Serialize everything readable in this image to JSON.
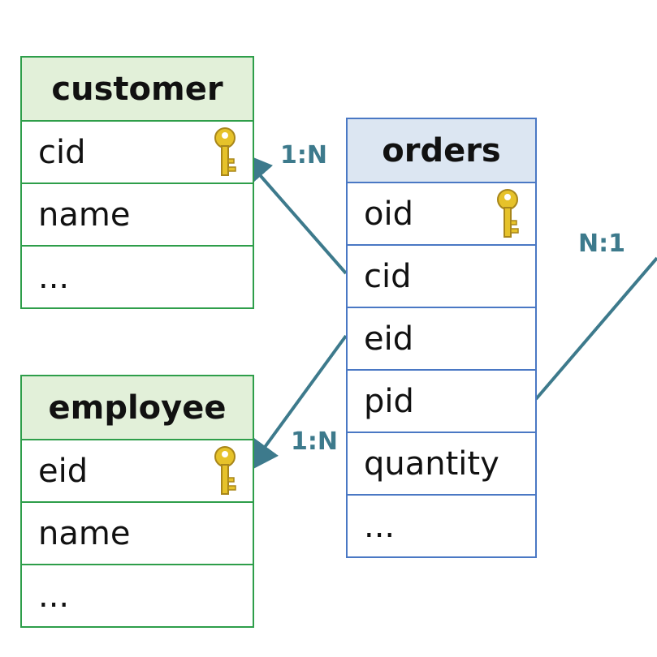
{
  "colors": {
    "green_border": "#2e9e4a",
    "green_header": "#e2f0d9",
    "blue_border": "#4a78c4",
    "blue_header": "#dce6f2",
    "link": "#3d7a8c",
    "key_gold": "#e6c22a"
  },
  "customer": {
    "title": "customer",
    "rows": [
      "cid",
      "name",
      "..."
    ]
  },
  "employee": {
    "title": "employee",
    "rows": [
      "eid",
      "name",
      "..."
    ]
  },
  "orders": {
    "title": "orders",
    "rows": [
      "oid",
      "cid",
      "eid",
      "pid",
      "quantity",
      "..."
    ]
  },
  "relations": {
    "orders_customer": "1:N",
    "orders_employee": "1:N",
    "orders_product": "N:1"
  },
  "icons": {
    "primary_key": "key-icon"
  }
}
